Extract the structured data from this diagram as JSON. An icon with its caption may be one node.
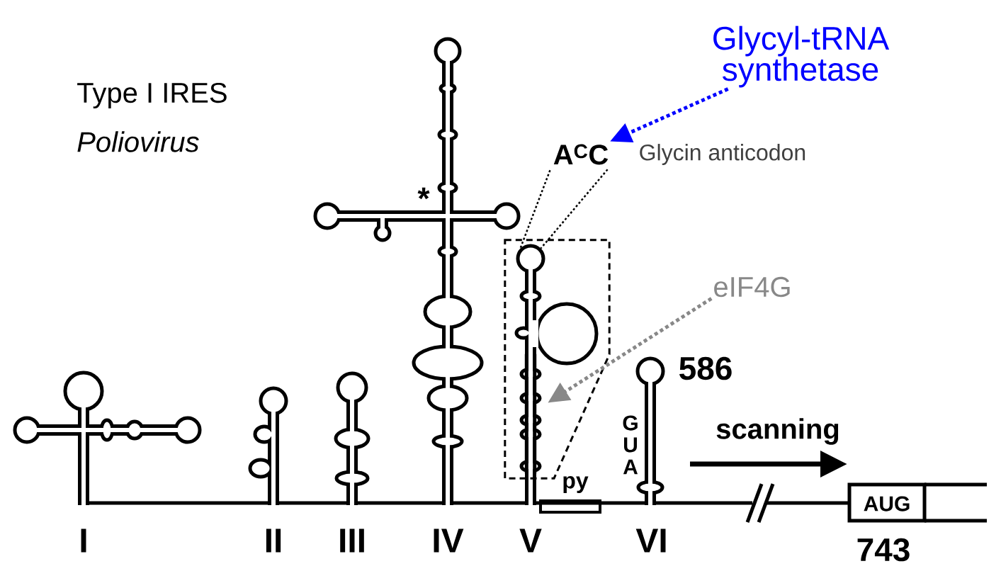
{
  "diagram": {
    "nodes": [
      {
        "text": [
          "Glycyl-tRNA synthetase"
        ]
      },
      {
        "text": [
          "A$^{C}$C"
        ],
        "beside": [
          "Glycin anticodon"
        ]
      },
      {
        "text": [
          "eIF4G"
        ]
      },
      {
        "text": [],
        "shape": "box"
      },
      {
        "text": [],
        "shape": "circle",
        "in": 3
      },
      {
        "text": [],
        "shape": "bar",
        "in": 3
      }
    ],
    "edges": [
      {
        "from": 0,
        "to": 1,
        "arrow": "to",
        "style": "dashed",
        "color": "#0000ff"
      },
      {
        "from": 1,
        "to": 4,
        "arrow": "none",
        "style": "dashed"
      },
      {
        "from": 1,
        "to": 4,
        "arrow": "none",
        "style": "dashed"
      },
      {
        "from": 2,
        "to": 5,
        "arrow": "to",
        "style": "dashed",
        "color": "#888888"
      }
    ],
    "labels": [
      "Type I IRES",
      "Poliovirus",
      "*",
      "586",
      "G",
      "U",
      "A",
      "scanning",
      "py",
      "AUG",
      "I",
      "II",
      "III",
      "IV",
      "V",
      "VI",
      "743"
    ]
  }
}
